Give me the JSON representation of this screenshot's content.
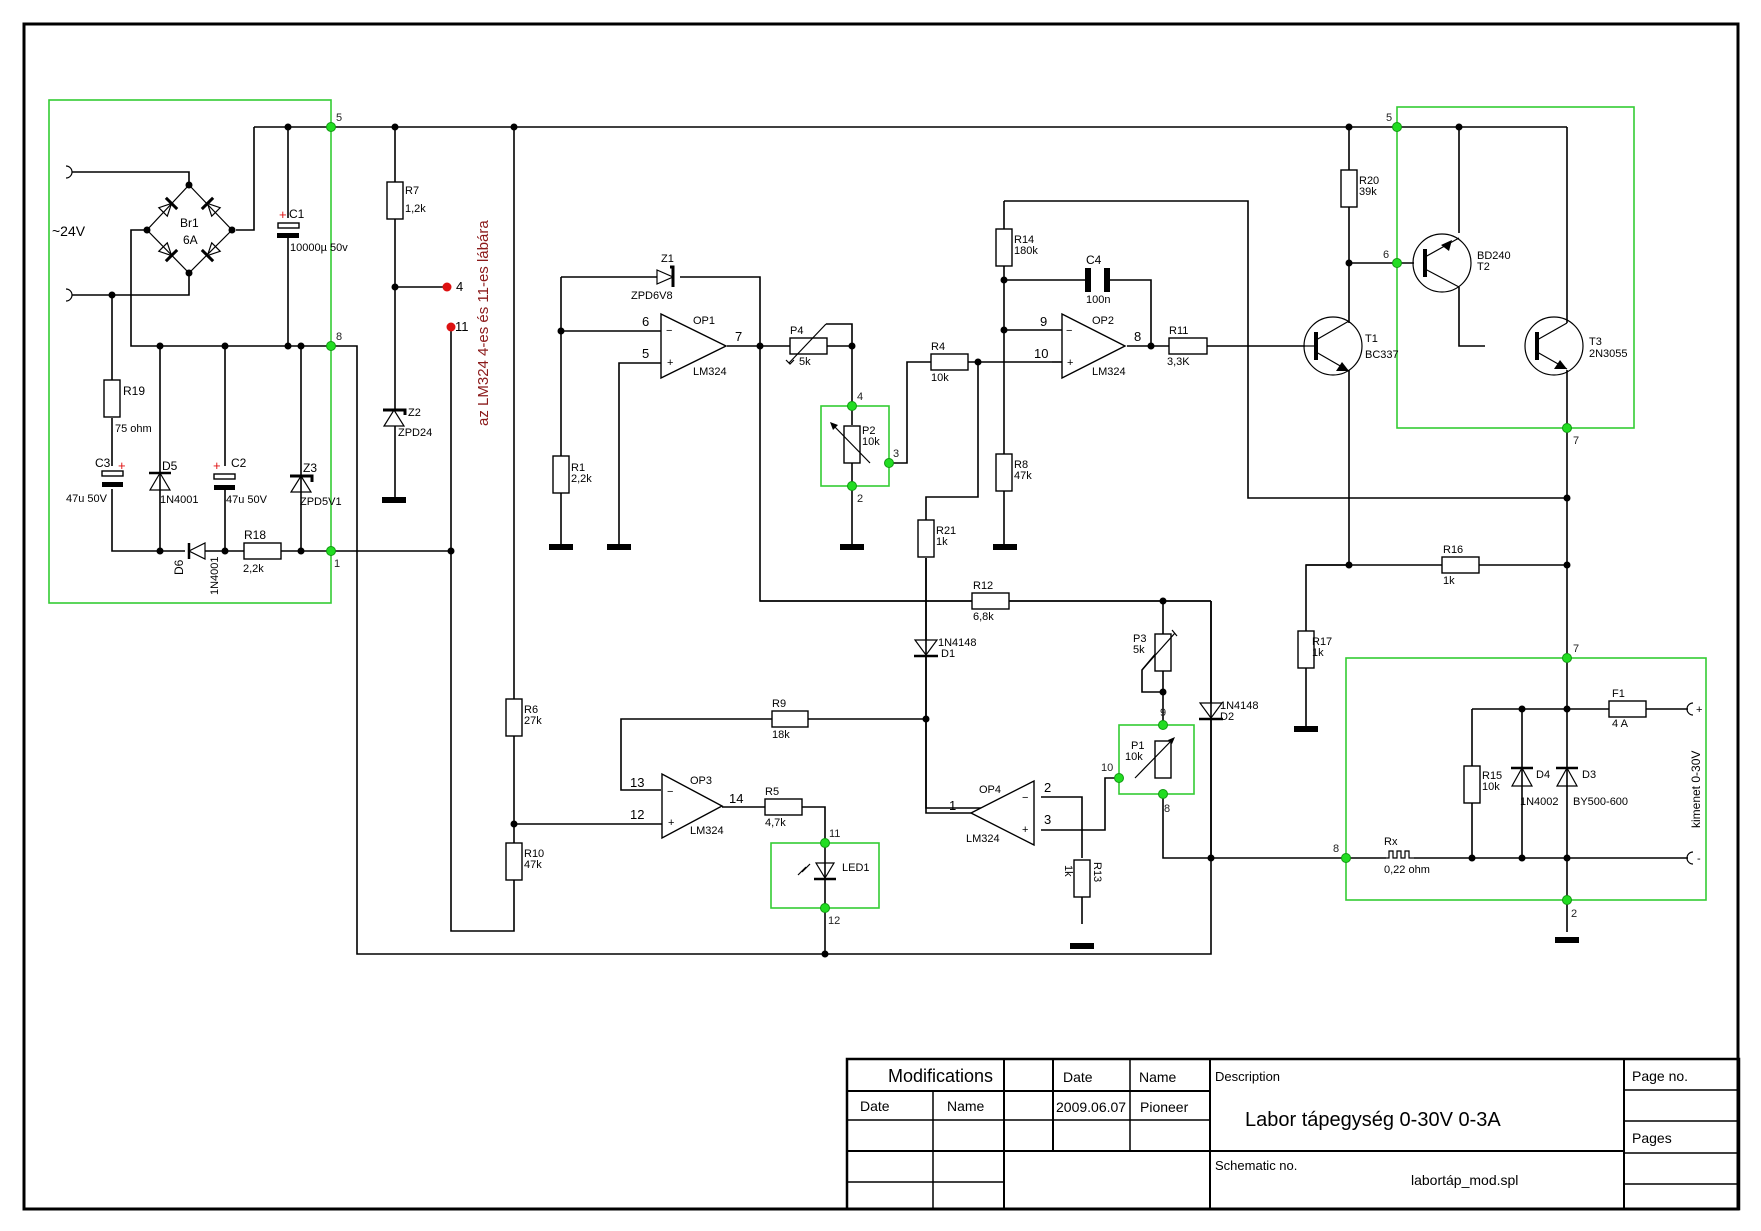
{
  "schematic": {
    "input_label": "~24V",
    "note_red": "az LM324 4-es és 11-es lábára",
    "output_label": "kimenet 0-30V",
    "output_plus": "+",
    "output_minus": "-",
    "net_nodes": [
      "5",
      "8",
      "1",
      "4",
      "11",
      "5",
      "6",
      "7",
      "7",
      "8",
      "2",
      "4",
      "3",
      "2",
      "9",
      "10",
      "8",
      "11",
      "12"
    ],
    "components": {
      "Br1": {
        "ref": "Br1",
        "value": "6A"
      },
      "C1": {
        "ref": "C1",
        "value": "10000µ 50v",
        "plus": "+"
      },
      "R19": {
        "ref": "R19",
        "value": "75 ohm"
      },
      "C3": {
        "ref": "C3",
        "value": "47u 50V",
        "plus": "+"
      },
      "D5": {
        "ref": "D5",
        "value": "1N4001"
      },
      "C2": {
        "ref": "C2",
        "value": "47u 50V",
        "plus": "+"
      },
      "Z3": {
        "ref": "Z3",
        "value": "ZPD5V1"
      },
      "D6": {
        "ref": "D6",
        "value": "1N4001"
      },
      "R18": {
        "ref": "R18",
        "value": "2,2k"
      },
      "R7": {
        "ref": "R7",
        "value": "1,2k"
      },
      "Z2": {
        "ref": "Z2",
        "value": "ZPD24"
      },
      "Z1": {
        "ref": "Z1",
        "value": "ZPD6V8"
      },
      "OP1": {
        "ref": "OP1",
        "value": "LM324",
        "pin_minus": "6",
        "pin_plus": "5",
        "pin_out": "7"
      },
      "R1": {
        "ref": "R1",
        "value": "2,2k"
      },
      "P4": {
        "ref": "P4",
        "value": "5k"
      },
      "P2": {
        "ref": "P2",
        "value": "10k"
      },
      "R4": {
        "ref": "R4",
        "value": "10k"
      },
      "R21": {
        "ref": "R21",
        "value": "1k"
      },
      "R14": {
        "ref": "R14",
        "value": "180k"
      },
      "C4": {
        "ref": "C4",
        "value": "100n"
      },
      "OP2": {
        "ref": "OP2",
        "value": "LM324",
        "pin_minus": "9",
        "pin_plus": "10",
        "pin_out": "8"
      },
      "R8": {
        "ref": "R8",
        "value": "47k"
      },
      "R11": {
        "ref": "R11",
        "value": "3,3K"
      },
      "R20": {
        "ref": "R20",
        "value": "39k"
      },
      "T1": {
        "ref": "T1",
        "value": "BC337"
      },
      "T2": {
        "ref": "T2",
        "value": "BD240"
      },
      "T3": {
        "ref": "T3",
        "value": "2N3055"
      },
      "R16": {
        "ref": "R16",
        "value": "1k"
      },
      "R17": {
        "ref": "R17",
        "value": "1k"
      },
      "R12": {
        "ref": "R12",
        "value": "6,8k"
      },
      "D1": {
        "ref": "D1",
        "value": "1N4148"
      },
      "D2": {
        "ref": "D2",
        "value": "1N4148"
      },
      "P3": {
        "ref": "P3",
        "value": "5k"
      },
      "P1": {
        "ref": "P1",
        "value": "10k"
      },
      "OP4": {
        "ref": "OP4",
        "value": "LM324",
        "pin_minus": "2",
        "pin_plus": "3",
        "pin_out": "1"
      },
      "R13": {
        "ref": "R13",
        "value": "1k"
      },
      "R6": {
        "ref": "R6",
        "value": "27k"
      },
      "R10": {
        "ref": "R10",
        "value": "47k"
      },
      "R9": {
        "ref": "R9",
        "value": "18k"
      },
      "OP3": {
        "ref": "OP3",
        "value": "LM324",
        "pin_minus": "13",
        "pin_plus": "12",
        "pin_out": "14"
      },
      "R5": {
        "ref": "R5",
        "value": "4,7k"
      },
      "LED1": {
        "ref": "LED1"
      },
      "F1": {
        "ref": "F1",
        "value": "4 A"
      },
      "R15": {
        "ref": "R15",
        "value": "10k"
      },
      "D4": {
        "ref": "D4",
        "value": "1N4002"
      },
      "D3": {
        "ref": "D3",
        "value": "BY500-600"
      },
      "Rx": {
        "ref": "Rx",
        "value": "0,22 ohm"
      }
    }
  },
  "title_block": {
    "modifications": "Modifications",
    "mod_date_header": "Date",
    "mod_name_header": "Name",
    "date_header": "Date",
    "name_header": "Name",
    "date_value": "2009.06.07",
    "name_value": "Pioneer",
    "description_label": "Description",
    "description_value": "Labor tápegység 0-30V 0-3A",
    "schematic_no_label": "Schematic no.",
    "schematic_no_value": "labortáp_mod.spl",
    "page_no_label": "Page no.",
    "pages_label": "Pages"
  }
}
